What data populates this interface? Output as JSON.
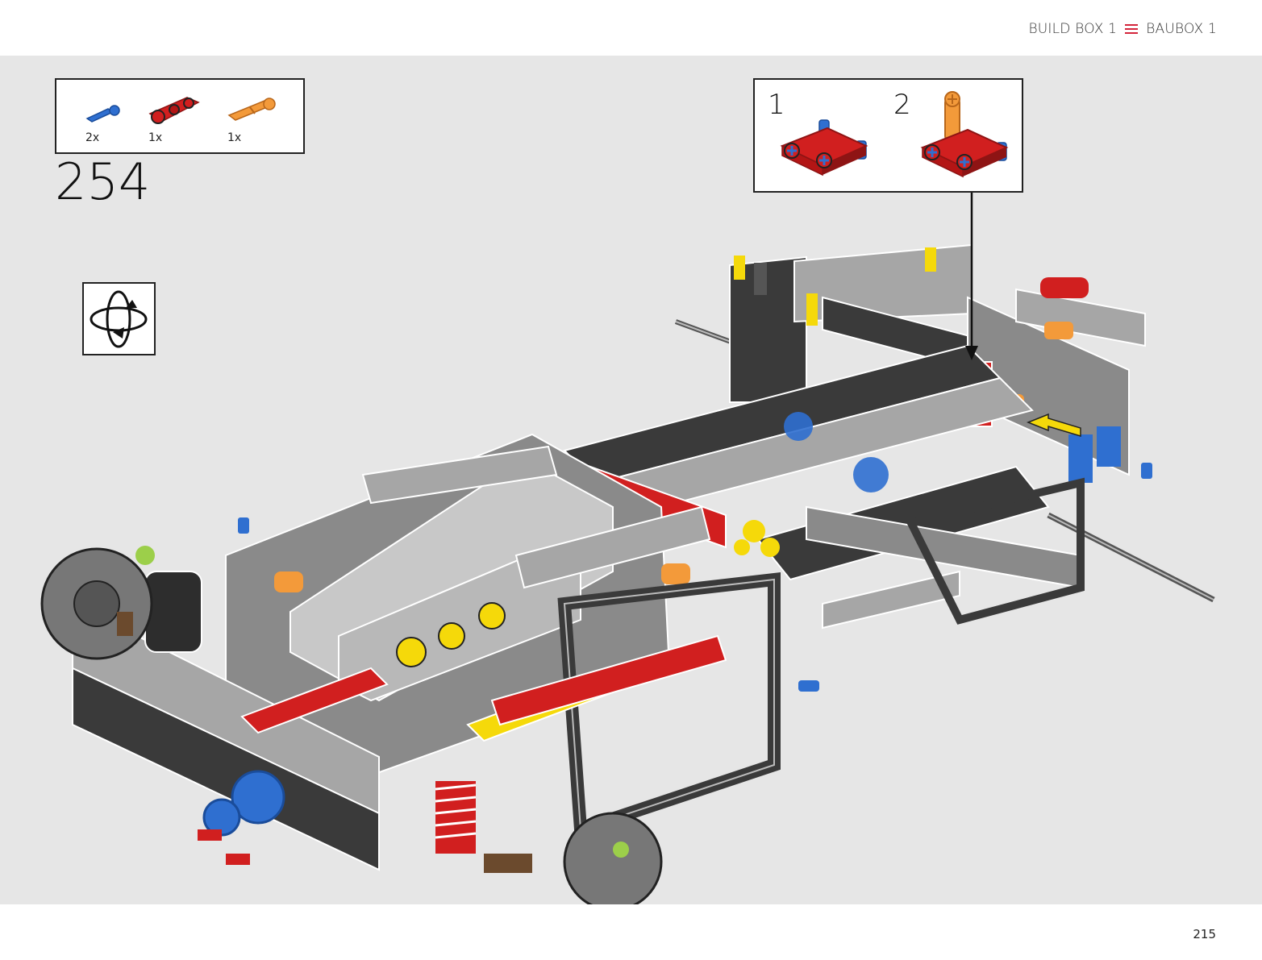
{
  "header": {
    "label_en": "BUILD BOX 1",
    "label_de": "BAUBOX 1"
  },
  "step": {
    "number": "254"
  },
  "parts": [
    {
      "name": "blue-axle-pin",
      "count": "2x",
      "color": "#2f6fd0"
    },
    {
      "name": "red-connector",
      "count": "1x",
      "color": "#d11f1f"
    },
    {
      "name": "orange-axle-pin",
      "count": "1x",
      "color": "#f39a3a"
    }
  ],
  "substeps": [
    {
      "number": "1"
    },
    {
      "number": "2"
    }
  ],
  "page": {
    "number": "215"
  },
  "colors": {
    "background": "#e6e6e6",
    "accent": "#d4253c",
    "dark_grey": "#3a3a3a",
    "light_grey": "#a6a6a6",
    "red": "#d11f1f",
    "yellow": "#f5d90a",
    "blue": "#2f6fd0",
    "orange": "#f39a3a"
  }
}
